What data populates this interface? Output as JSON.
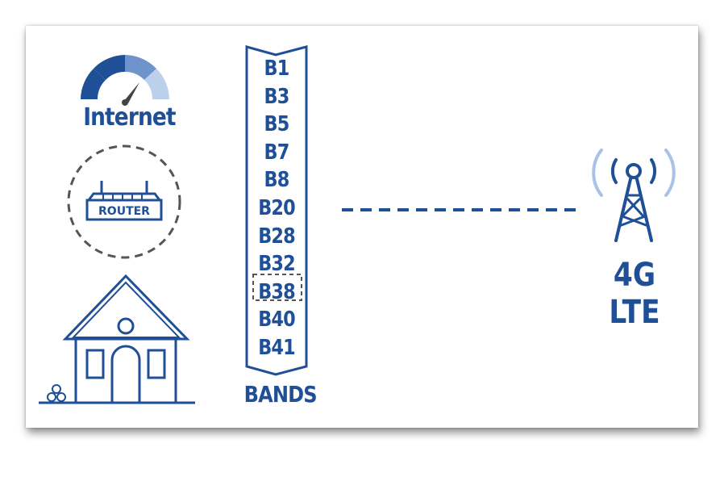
{
  "internet_label": "Internet",
  "router_label": "ROUTER",
  "bands": [
    "B1",
    "B3",
    "B5",
    "B7",
    "B8",
    "B20",
    "B28",
    "B32",
    "B38",
    "B40",
    "B41"
  ],
  "highlighted_band": "B38",
  "bands_label": "BANDS",
  "network_label": "4G LTE",
  "colors": {
    "primary": "#1f4f97",
    "light_blue": "#a9c3e6",
    "mid_blue": "#6f94cb",
    "dashed_gray": "#555555"
  }
}
